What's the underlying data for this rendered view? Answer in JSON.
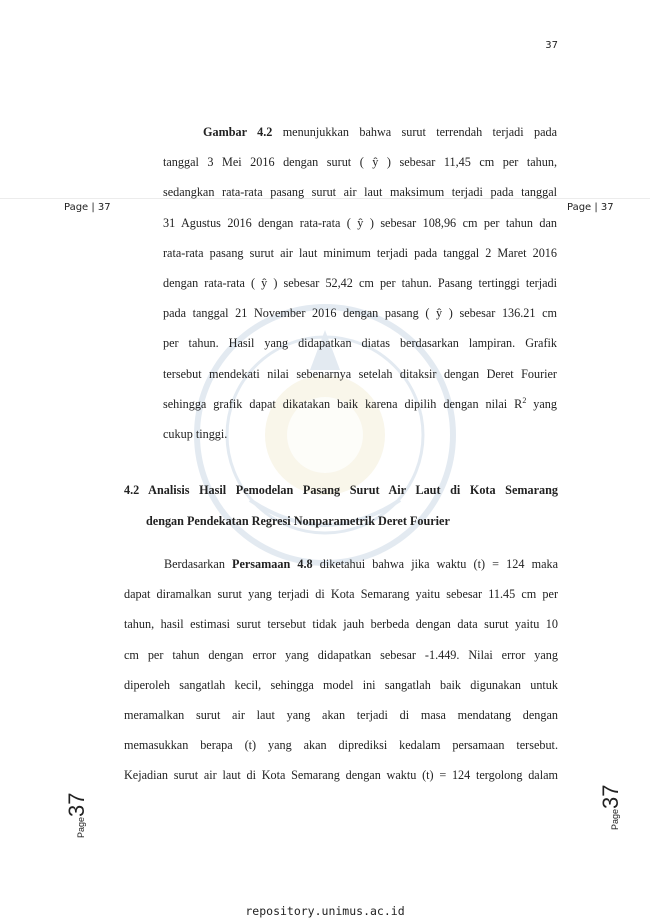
{
  "page_number_top": "37",
  "side_label": "Page | 37",
  "vertical_page": {
    "prefix": "Page",
    "number": "37"
  },
  "para1": {
    "lines": [
      {
        "bold": "Gambar 4.2",
        "text": " menunjukkan bahwa surut terrendah terjadi pada"
      },
      {
        "text": "tanggal 3 Mei 2016 dengan surut ( ŷ ) sebesar 11,45 cm per tahun,"
      },
      {
        "text": "sedangkan rata-rata pasang surut air laut maksimum terjadi pada tanggal"
      },
      {
        "text": "31 Agustus 2016 dengan rata-rata ( ŷ ) sebesar 108,96 cm per tahun dan"
      },
      {
        "text": "rata-rata pasang surut air laut minimum terjadi pada tanggal 2 Maret 2016"
      },
      {
        "text": "dengan rata-rata ( ŷ ) sebesar 52,42 cm per tahun. Pasang tertinggi terjadi"
      },
      {
        "text": "pada tanggal 21 November 2016 dengan pasang ( ŷ ) sebesar 136.21 cm"
      },
      {
        "text": "per tahun. Hasil yang didapatkan diatas berdasarkan lampiran. Grafik"
      },
      {
        "text": "tersebut mendekati nilai sebenarnya setelah ditaksir dengan Deret Fourier"
      },
      {
        "text": "sehingga grafik dapat dikatakan baik karena dipilih dengan nilai R",
        "sup": "2",
        "after": " yang"
      },
      {
        "text": "cukup tinggi."
      }
    ]
  },
  "heading": {
    "line1": "4.2 Analisis Hasil Pemodelan Pasang Surut Air Laut di Kota Semarang",
    "line2": "dengan Pendekatan Regresi Nonparametrik Deret Fourier"
  },
  "para2": {
    "lines": [
      {
        "pre": "Berdasarkan ",
        "bold": "Persamaan 4.8",
        "text": " diketahui bahwa jika waktu (t) = 124 maka"
      },
      {
        "text": "dapat diramalkan surut yang terjadi di Kota Semarang yaitu sebesar 11.45 cm per"
      },
      {
        "text": "tahun, hasil estimasi surut tersebut tidak jauh berbeda dengan data surut yaitu 10"
      },
      {
        "text": "cm per tahun dengan error yang didapatkan sebesar -1.449. Nilai error yang"
      },
      {
        "text": "diperoleh sangatlah kecil, sehingga model ini sangatlah baik digunakan untuk"
      },
      {
        "text": "meramalkan surut air laut yang akan terjadi di masa mendatang dengan"
      },
      {
        "text": "memasukkan berapa (t) yang akan diprediksi kedalam persamaan tersebut."
      },
      {
        "text": "Kejadian surut air laut di Kota Semarang dengan waktu (t) = 124 tergolong dalam"
      }
    ]
  },
  "footer": "repository.unimus.ac.id"
}
